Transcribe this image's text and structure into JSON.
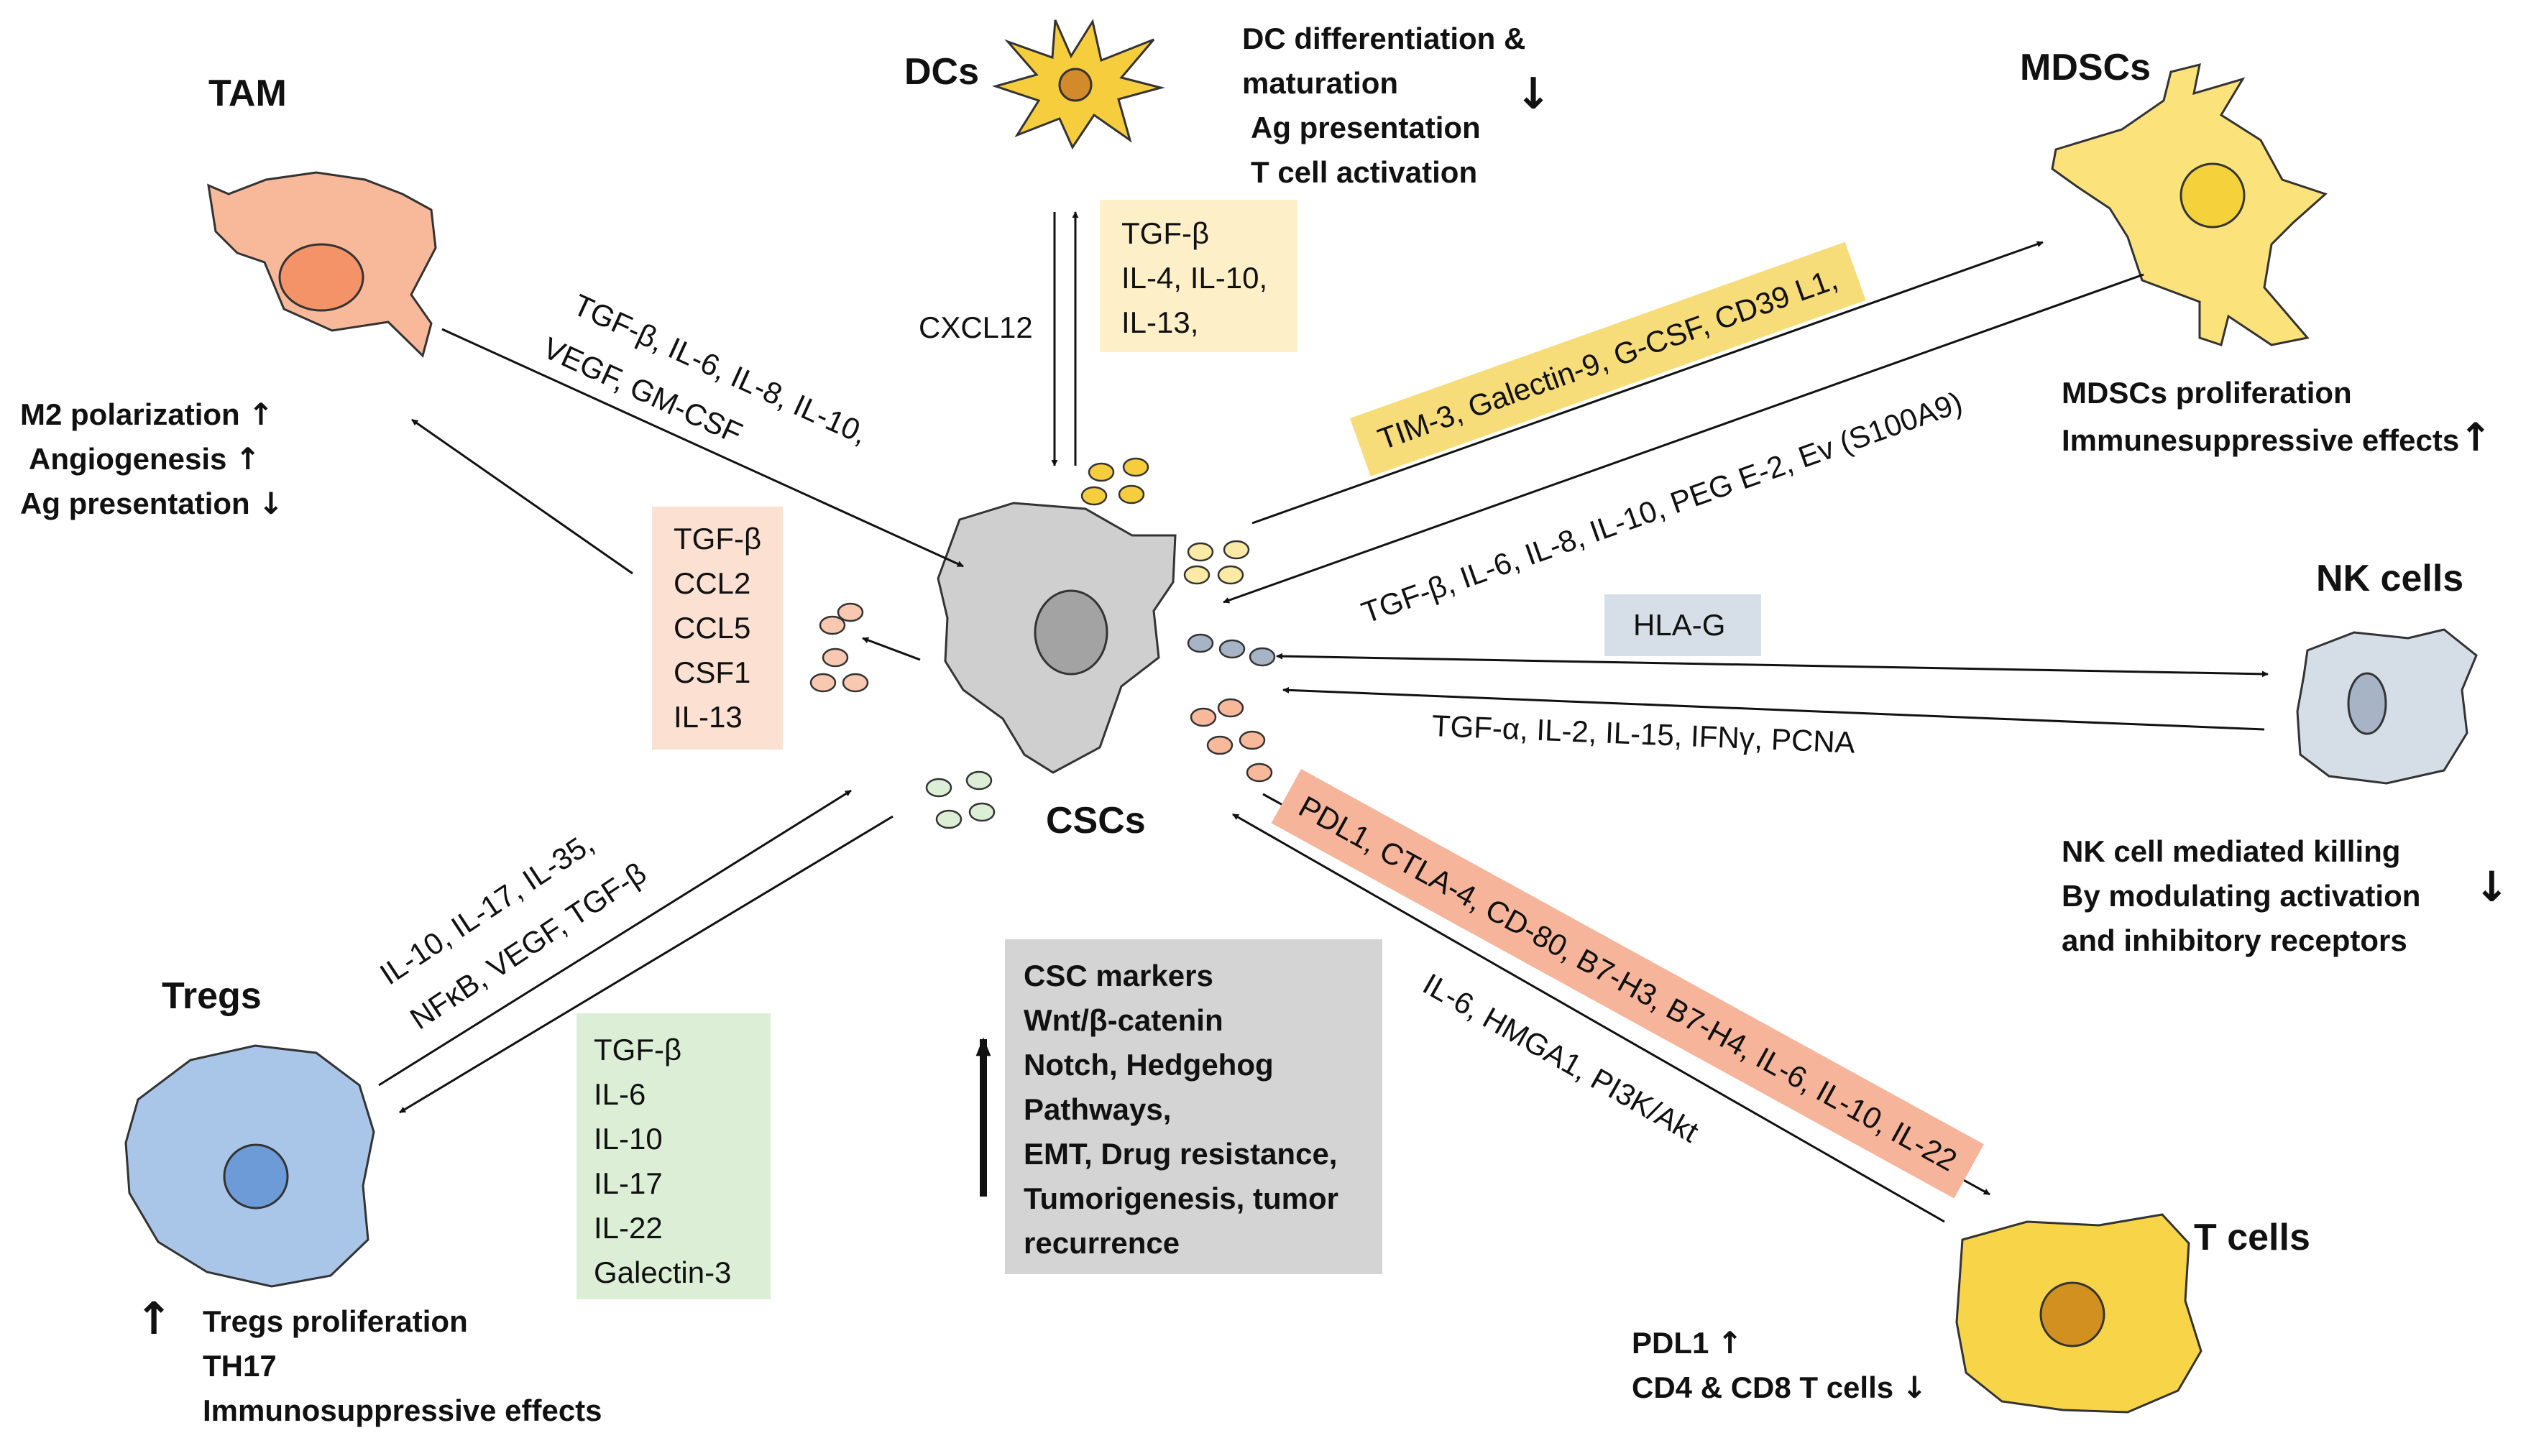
{
  "cells": {
    "tam": "TAM",
    "dcs": "DCs",
    "mdscs": "MDSCs",
    "nk": "NK cells",
    "cscs": "CSCs",
    "tregs": "Tregs",
    "tcells": "T cells"
  },
  "effects": {
    "tam": [
      "M2 polarization",
      "Angiogenesis",
      "Ag presentation"
    ],
    "dc": [
      "DC differentiation &",
      "maturation",
      "Ag presentation",
      "T cell activation"
    ],
    "mdsc": [
      "MDSCs proliferation",
      "Immunesuppressive effects"
    ],
    "nk": [
      "NK cell mediated killing",
      "By modulating activation",
      "and inhibitory receptors"
    ],
    "tregs": [
      "Tregs proliferation",
      "TH17",
      "Immunosuppressive effects"
    ],
    "tcell": [
      "PDL1",
      "CD4 & CD8 T cells"
    ]
  },
  "arrows": {
    "up": "↑",
    "down": "↓"
  },
  "boxes": {
    "tam": [
      "TGF-β",
      "CCL2",
      "CCL5",
      "CSF1",
      "IL-13"
    ],
    "dc": [
      "TGF-β",
      "IL-4, IL-10,",
      "IL-13,"
    ],
    "tregs": [
      "TGF-β",
      "IL-6",
      "IL-10",
      "IL-17",
      "IL-22",
      "Galectin-3"
    ],
    "mdsc": "TIM-3, Galectin-9, G-CSF, CD39 L1,",
    "nk": "HLA-G",
    "tcell": "PDL1, CTLA-4, CD-80, B7-H3, B7-H4, IL-6, IL-10, IL-22",
    "csc": [
      "CSC markers",
      "Wnt/β-catenin",
      "Notch, Hedgehog",
      "Pathways,",
      "EMT, Drug resistance,",
      "Tumorigenesis, tumor",
      "recurrence"
    ]
  },
  "labels": {
    "tam_line1": "TGF-β, IL-6, IL-8, IL-10,",
    "tam_line2": "VEGF, GM-CSF",
    "cxcl12": "CXCL12",
    "mdsc_factors": "TGF-β, IL-6, IL-8, IL-10, PEG E-2, Ev (S100A9)",
    "nk_factors": "TGF-α, IL-2, IL-15, IFNγ, PCNA",
    "tregs_line1": "IL-10, IL-17, IL-35,",
    "tregs_line2": "NFκB, VEGF, TGF-β",
    "tcell_factors": "IL-6, HMGA1, PI3K/Akt"
  },
  "colors": {
    "tam_cell": "#f8b99a",
    "dc_cell": "#f6cd3c",
    "mdsc_cell": "#fbe27a",
    "nk_cell": "#d5dde6",
    "csc_cell": "#cfcfcf",
    "treg_cell": "#a9c5e8",
    "tcell_cell": "#f8d548",
    "box_tam": "#fce0d2",
    "box_dc": "#fdf0c8",
    "box_tregs": "#dcefd6",
    "box_mdsc": "#f7dc7a",
    "box_nk": "#d6dfe8",
    "box_tcell": "#f6b59a",
    "box_csc": "#d4d4d4"
  }
}
